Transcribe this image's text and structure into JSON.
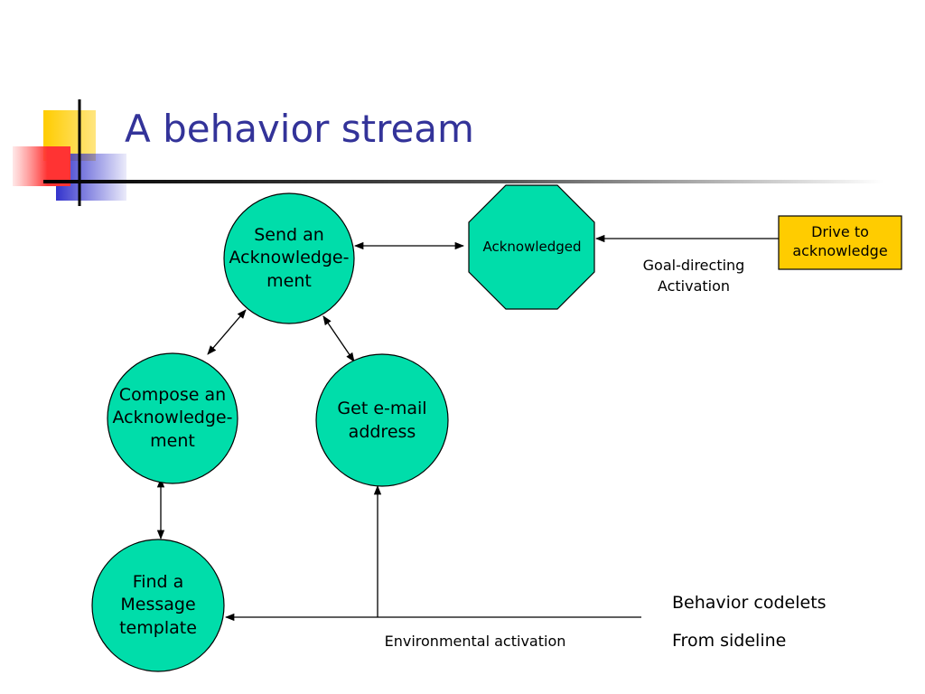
{
  "slide": {
    "title": "A behavior stream"
  },
  "colors": {
    "node_fill": "#00DDAA",
    "drive_fill": "#FFCC00",
    "title_color": "#333399",
    "accent_yellow": "#FFCC00",
    "accent_red": "#FF3333",
    "accent_blue": "#3333CC"
  },
  "nodes": {
    "send": "Send an\nAcknowledge-\nment",
    "compose": "Compose an\nAcknowledge-\nment",
    "email": "Get e-mail\naddress",
    "find": "Find a\nMessage\ntemplate",
    "acknowledged": "Acknowledged",
    "drive": "Drive to\nacknowledge"
  },
  "labels": {
    "goal": "Goal-directing\nActivation",
    "environmental": "Environmental activation",
    "codelets": "Behavior codelets",
    "sideline": "From sideline"
  }
}
